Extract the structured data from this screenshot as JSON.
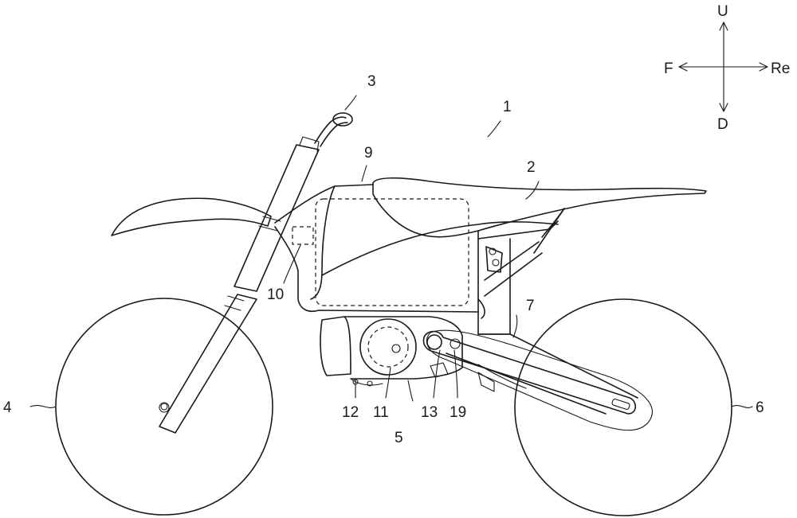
{
  "compass": {
    "up": "U",
    "down": "D",
    "front": "F",
    "rear": "Re"
  },
  "labels": {
    "l1": "1",
    "l2": "2",
    "l3": "3",
    "l4": "4",
    "l5": "5",
    "l6": "6",
    "l7": "7",
    "l9": "9",
    "l10": "10",
    "l11": "11",
    "l12": "12",
    "l13": "13",
    "l19": "19"
  }
}
